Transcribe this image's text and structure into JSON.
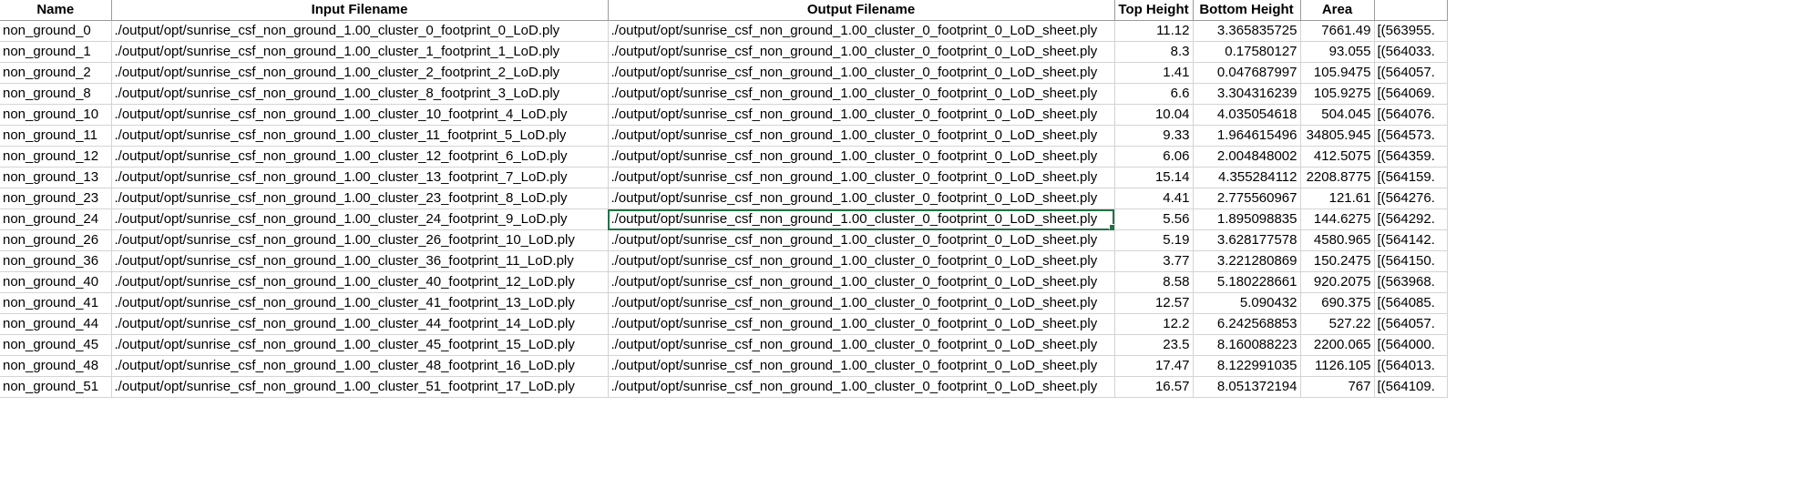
{
  "columns": [
    "Name",
    "Input Filename",
    "Output Filename",
    "Top Height",
    "Bottom Height",
    "Area",
    ""
  ],
  "rows": [
    {
      "name": "non_ground_0",
      "input": "./output/opt/sunrise_csf_non_ground_1.00_cluster_0_footprint_0_LoD.ply",
      "output": "./output/opt/sunrise_csf_non_ground_1.00_cluster_0_footprint_0_LoD_sheet.ply",
      "top": "11.12",
      "bottom": "3.365835725",
      "area": "7661.49",
      "extra": "[(563955."
    },
    {
      "name": "non_ground_1",
      "input": "./output/opt/sunrise_csf_non_ground_1.00_cluster_1_footprint_1_LoD.ply",
      "output": "./output/opt/sunrise_csf_non_ground_1.00_cluster_0_footprint_0_LoD_sheet.ply",
      "top": "8.3",
      "bottom": "0.17580127",
      "area": "93.055",
      "extra": "[(564033."
    },
    {
      "name": "non_ground_2",
      "input": "./output/opt/sunrise_csf_non_ground_1.00_cluster_2_footprint_2_LoD.ply",
      "output": "./output/opt/sunrise_csf_non_ground_1.00_cluster_0_footprint_0_LoD_sheet.ply",
      "top": "1.41",
      "bottom": "0.047687997",
      "area": "105.9475",
      "extra": "[(564057."
    },
    {
      "name": "non_ground_8",
      "input": "./output/opt/sunrise_csf_non_ground_1.00_cluster_8_footprint_3_LoD.ply",
      "output": "./output/opt/sunrise_csf_non_ground_1.00_cluster_0_footprint_0_LoD_sheet.ply",
      "top": "6.6",
      "bottom": "3.304316239",
      "area": "105.9275",
      "extra": "[(564069."
    },
    {
      "name": "non_ground_10",
      "input": "./output/opt/sunrise_csf_non_ground_1.00_cluster_10_footprint_4_LoD.ply",
      "output": "./output/opt/sunrise_csf_non_ground_1.00_cluster_0_footprint_0_LoD_sheet.ply",
      "top": "10.04",
      "bottom": "4.035054618",
      "area": "504.045",
      "extra": "[(564076."
    },
    {
      "name": "non_ground_11",
      "input": "./output/opt/sunrise_csf_non_ground_1.00_cluster_11_footprint_5_LoD.ply",
      "output": "./output/opt/sunrise_csf_non_ground_1.00_cluster_0_footprint_0_LoD_sheet.ply",
      "top": "9.33",
      "bottom": "1.964615496",
      "area": "34805.945",
      "extra": "[(564573."
    },
    {
      "name": "non_ground_12",
      "input": "./output/opt/sunrise_csf_non_ground_1.00_cluster_12_footprint_6_LoD.ply",
      "output": "./output/opt/sunrise_csf_non_ground_1.00_cluster_0_footprint_0_LoD_sheet.ply",
      "top": "6.06",
      "bottom": "2.004848002",
      "area": "412.5075",
      "extra": "[(564359."
    },
    {
      "name": "non_ground_13",
      "input": "./output/opt/sunrise_csf_non_ground_1.00_cluster_13_footprint_7_LoD.ply",
      "output": "./output/opt/sunrise_csf_non_ground_1.00_cluster_0_footprint_0_LoD_sheet.ply",
      "top": "15.14",
      "bottom": "4.355284112",
      "area": "2208.8775",
      "extra": "[(564159."
    },
    {
      "name": "non_ground_23",
      "input": "./output/opt/sunrise_csf_non_ground_1.00_cluster_23_footprint_8_LoD.ply",
      "output": "./output/opt/sunrise_csf_non_ground_1.00_cluster_0_footprint_0_LoD_sheet.ply",
      "top": "4.41",
      "bottom": "2.775560967",
      "area": "121.61",
      "extra": "[(564276."
    },
    {
      "name": "non_ground_24",
      "input": "./output/opt/sunrise_csf_non_ground_1.00_cluster_24_footprint_9_LoD.ply",
      "output": "./output/opt/sunrise_csf_non_ground_1.00_cluster_0_footprint_0_LoD_sheet.ply",
      "top": "5.56",
      "bottom": "1.895098835",
      "area": "144.6275",
      "extra": "[(564292."
    },
    {
      "name": "non_ground_26",
      "input": "./output/opt/sunrise_csf_non_ground_1.00_cluster_26_footprint_10_LoD.ply",
      "output": "./output/opt/sunrise_csf_non_ground_1.00_cluster_0_footprint_0_LoD_sheet.ply",
      "top": "5.19",
      "bottom": "3.628177578",
      "area": "4580.965",
      "extra": "[(564142."
    },
    {
      "name": "non_ground_36",
      "input": "./output/opt/sunrise_csf_non_ground_1.00_cluster_36_footprint_11_LoD.ply",
      "output": "./output/opt/sunrise_csf_non_ground_1.00_cluster_0_footprint_0_LoD_sheet.ply",
      "top": "3.77",
      "bottom": "3.221280869",
      "area": "150.2475",
      "extra": "[(564150."
    },
    {
      "name": "non_ground_40",
      "input": "./output/opt/sunrise_csf_non_ground_1.00_cluster_40_footprint_12_LoD.ply",
      "output": "./output/opt/sunrise_csf_non_ground_1.00_cluster_0_footprint_0_LoD_sheet.ply",
      "top": "8.58",
      "bottom": "5.180228661",
      "area": "920.2075",
      "extra": "[(563968."
    },
    {
      "name": "non_ground_41",
      "input": "./output/opt/sunrise_csf_non_ground_1.00_cluster_41_footprint_13_LoD.ply",
      "output": "./output/opt/sunrise_csf_non_ground_1.00_cluster_0_footprint_0_LoD_sheet.ply",
      "top": "12.57",
      "bottom": "5.090432",
      "area": "690.375",
      "extra": "[(564085."
    },
    {
      "name": "non_ground_44",
      "input": "./output/opt/sunrise_csf_non_ground_1.00_cluster_44_footprint_14_LoD.ply",
      "output": "./output/opt/sunrise_csf_non_ground_1.00_cluster_0_footprint_0_LoD_sheet.ply",
      "top": "12.2",
      "bottom": "6.242568853",
      "area": "527.22",
      "extra": "[(564057."
    },
    {
      "name": "non_ground_45",
      "input": "./output/opt/sunrise_csf_non_ground_1.00_cluster_45_footprint_15_LoD.ply",
      "output": "./output/opt/sunrise_csf_non_ground_1.00_cluster_0_footprint_0_LoD_sheet.ply",
      "top": "23.5",
      "bottom": "8.160088223",
      "area": "2200.065",
      "extra": "[(564000."
    },
    {
      "name": "non_ground_48",
      "input": "./output/opt/sunrise_csf_non_ground_1.00_cluster_48_footprint_16_LoD.ply",
      "output": "./output/opt/sunrise_csf_non_ground_1.00_cluster_0_footprint_0_LoD_sheet.ply",
      "top": "17.47",
      "bottom": "8.122991035",
      "area": "1126.105",
      "extra": "[(564013."
    },
    {
      "name": "non_ground_51",
      "input": "./output/opt/sunrise_csf_non_ground_1.00_cluster_51_footprint_17_LoD.ply",
      "output": "./output/opt/sunrise_csf_non_ground_1.00_cluster_0_footprint_0_LoD_sheet.ply",
      "top": "16.57",
      "bottom": "8.051372194",
      "area": "767",
      "extra": "[(564109."
    }
  ],
  "selection": {
    "row": 9,
    "column": "output"
  },
  "colors": {
    "gridline": "#d4d4d4",
    "header_border": "#9b9b9b",
    "active_cell": "#217346"
  }
}
